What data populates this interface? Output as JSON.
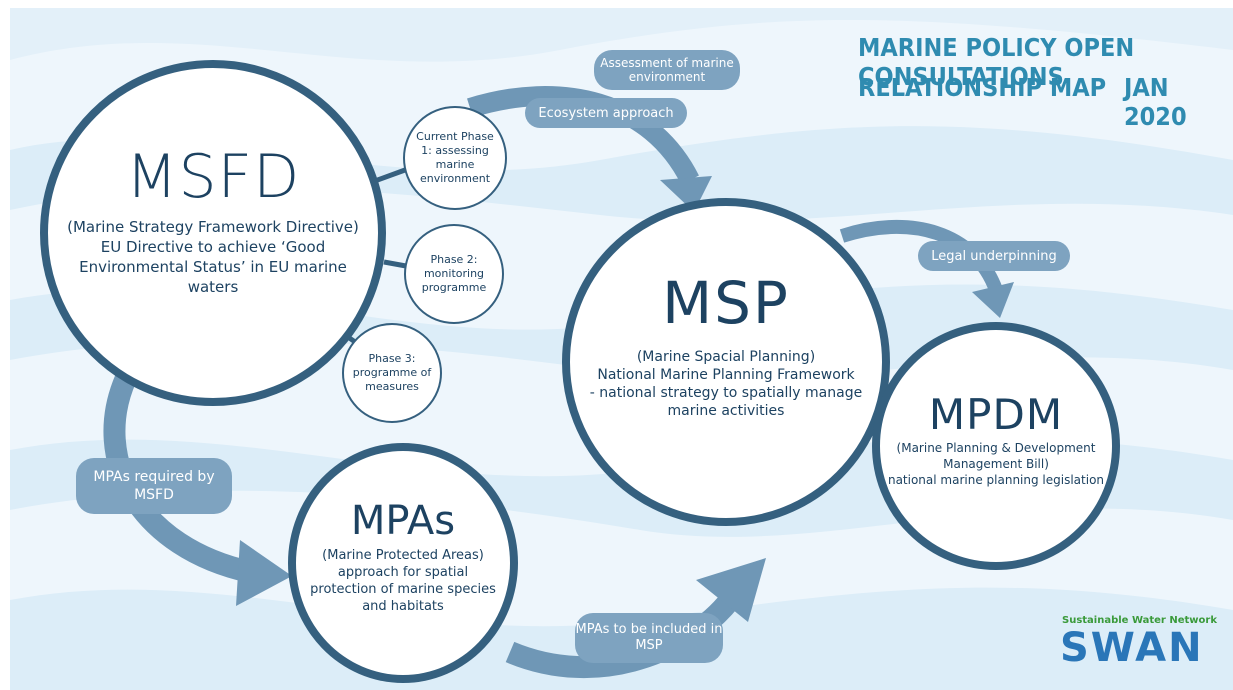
{
  "header": {
    "line1": "MARINE POLICY OPEN CONSULTATIONS",
    "line2": "RELATIONSHIP MAP",
    "date": "JAN 2020"
  },
  "msfd": {
    "title": "MSFD",
    "desc_line1": "(Marine Strategy Framework Directive)",
    "desc_line2": "EU Directive to achieve ‘Good Environmental Status’ in EU marine waters"
  },
  "phases": [
    {
      "text": "Current Phase 1: assessing marine environment"
    },
    {
      "text": "Phase 2: monitoring programme"
    },
    {
      "text": "Phase 3: programme of measures"
    }
  ],
  "msp": {
    "title": "MSP",
    "desc_line1": "(Marine Spacial Planning)",
    "desc_line2": "National Marine Planning Framework",
    "desc_line3": "- national strategy to spatially manage marine activities"
  },
  "mpas": {
    "title": "MPAs",
    "desc_line1": "(Marine Protected Areas)",
    "desc_line2": "approach for spatial protection of marine species and habitats"
  },
  "mpdm": {
    "title": "MPDM",
    "desc_line1": "(Marine Planning & Development Management Bill)",
    "desc_line2": "national marine planning legislation"
  },
  "labels": {
    "assessment": "Assessment of marine environment",
    "ecosystem": "Ecosystem approach",
    "legal": "Legal underpinning",
    "mpas_required": "MPAs required by MSFD",
    "mpas_msp": "MPAs to be included in MSP"
  },
  "logo": {
    "tagline": "Sustainable Water Network",
    "name": "SWAN"
  },
  "colors": {
    "header": "#2f8bb0",
    "circle_border": "#35607f",
    "text_dark": "#1d4261",
    "pill": "#7ea3c0",
    "arrow": "#6f97b6",
    "wave": "#dcedf8",
    "logo_blue": "#2a76b8",
    "logo_green": "#3a9a3a"
  }
}
